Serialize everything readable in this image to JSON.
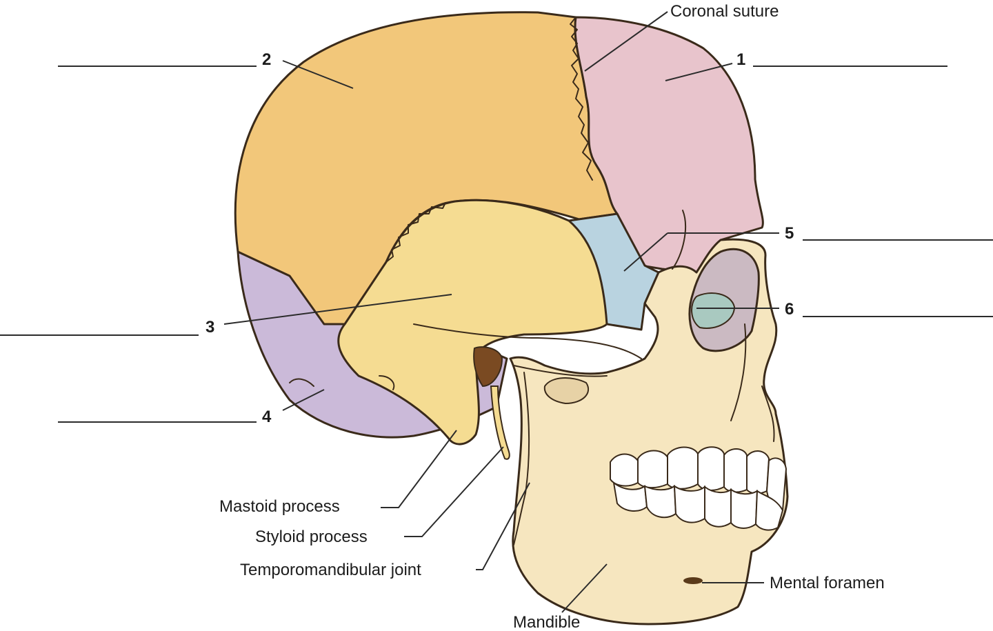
{
  "colors": {
    "parietal": "#f2c77a",
    "frontal": "#e8c4cc",
    "temporal": "#f5dc92",
    "occipital": "#cbbad9",
    "sphenoid": "#b9d3e0",
    "facial_bone": "#f6e6bf",
    "teeth": "#ffffff",
    "outline": "#3a2a1a"
  },
  "numbered_labels": [
    {
      "id": "1",
      "text": "1"
    },
    {
      "id": "2",
      "text": "2"
    },
    {
      "id": "3",
      "text": "3"
    },
    {
      "id": "4",
      "text": "4"
    },
    {
      "id": "5",
      "text": "5"
    },
    {
      "id": "6",
      "text": "6"
    }
  ],
  "named_labels": {
    "coronal_suture": "Coronal suture",
    "mastoid_process": "Mastoid process",
    "styloid_process": "Styloid process",
    "temporomandibular_joint": "Temporomandibular joint",
    "mental_foramen": "Mental foramen",
    "mandible": "Mandible"
  }
}
